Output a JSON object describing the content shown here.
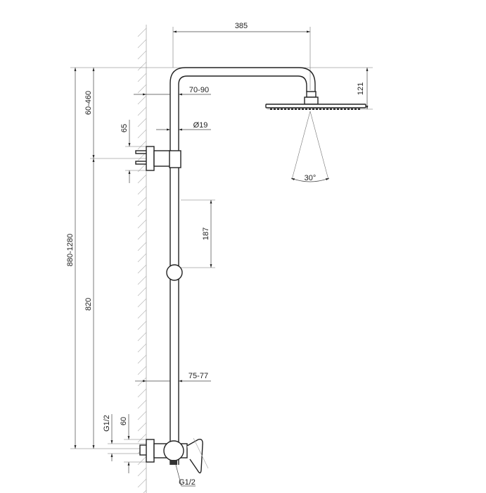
{
  "title": "Shower column dimension drawing",
  "dimensions": {
    "arm_length": "385",
    "head_height": "121",
    "wall_offset_top": "70-90",
    "pipe_diameter": "Ø19",
    "bracket_height": "65",
    "bracket_range": "60-460",
    "total_height": "880-1280",
    "mixer_height": "820",
    "slider_travel": "187",
    "wall_offset_bottom": "75-77",
    "inlet_thread": "G1/2",
    "inlet_height": "60",
    "outlet_thread": "G1/2",
    "spray_angle": "30°"
  }
}
